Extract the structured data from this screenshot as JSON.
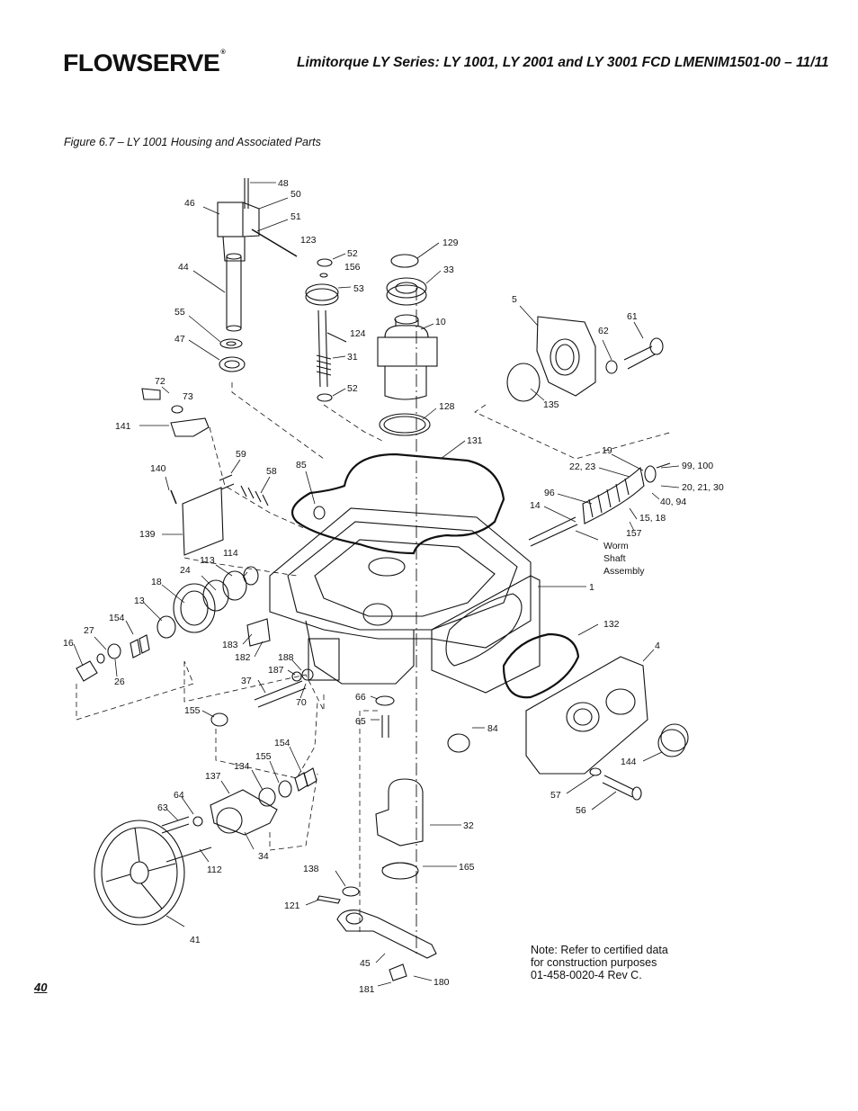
{
  "brand": {
    "logo_text": "FLOWSERVE",
    "registered_mark": "®"
  },
  "header": {
    "title": "Limitorque LY Series: LY 1001, LY 2001 and LY 3001    FCD LMENIM1501-00 – 11/11"
  },
  "figure": {
    "caption": "Figure 6.7 – LY 1001 Housing and Associated Parts",
    "callouts": [
      {
        "id": "c48",
        "text": "48"
      },
      {
        "id": "c50",
        "text": "50"
      },
      {
        "id": "c46",
        "text": "46"
      },
      {
        "id": "c51",
        "text": "51"
      },
      {
        "id": "c123",
        "text": "123"
      },
      {
        "id": "c44",
        "text": "44"
      },
      {
        "id": "c55",
        "text": "55"
      },
      {
        "id": "c47",
        "text": "47"
      },
      {
        "id": "c52a",
        "text": "52"
      },
      {
        "id": "c156",
        "text": "156"
      },
      {
        "id": "c53",
        "text": "53"
      },
      {
        "id": "c124",
        "text": "124"
      },
      {
        "id": "c31",
        "text": "31"
      },
      {
        "id": "c52b",
        "text": "52"
      },
      {
        "id": "c129",
        "text": "129"
      },
      {
        "id": "c33",
        "text": "33"
      },
      {
        "id": "c10",
        "text": "10"
      },
      {
        "id": "c128",
        "text": "128"
      },
      {
        "id": "c131",
        "text": "131"
      },
      {
        "id": "c5",
        "text": "5"
      },
      {
        "id": "c62",
        "text": "62"
      },
      {
        "id": "c61",
        "text": "61"
      },
      {
        "id": "c135",
        "text": "135"
      },
      {
        "id": "c72",
        "text": "72"
      },
      {
        "id": "c73",
        "text": "73"
      },
      {
        "id": "c141",
        "text": "141"
      },
      {
        "id": "c140",
        "text": "140"
      },
      {
        "id": "c59",
        "text": "59"
      },
      {
        "id": "c58",
        "text": "58"
      },
      {
        "id": "c85",
        "text": "85"
      },
      {
        "id": "c139",
        "text": "139"
      },
      {
        "id": "c19",
        "text": "19"
      },
      {
        "id": "c22_23",
        "text": "22, 23"
      },
      {
        "id": "c99_100",
        "text": "99, 100"
      },
      {
        "id": "c96",
        "text": "96"
      },
      {
        "id": "c20_21_30",
        "text": "20, 21, 30"
      },
      {
        "id": "c40_94",
        "text": "40, 94"
      },
      {
        "id": "c14",
        "text": "14"
      },
      {
        "id": "c15_18",
        "text": "15, 18"
      },
      {
        "id": "c157",
        "text": "157"
      },
      {
        "id": "c worm1",
        "text": "Worm"
      },
      {
        "id": "cworm2",
        "text": "Shaft"
      },
      {
        "id": "cworm3",
        "text": "Assembly"
      },
      {
        "id": "c114",
        "text": "114"
      },
      {
        "id": "c113",
        "text": "113"
      },
      {
        "id": "c24",
        "text": "24"
      },
      {
        "id": "c18",
        "text": "18"
      },
      {
        "id": "c13",
        "text": "13"
      },
      {
        "id": "c154a",
        "text": "154"
      },
      {
        "id": "c27",
        "text": "27"
      },
      {
        "id": "c16",
        "text": "16"
      },
      {
        "id": "c26",
        "text": "26"
      },
      {
        "id": "c183",
        "text": "183"
      },
      {
        "id": "c182",
        "text": "182"
      },
      {
        "id": "c188",
        "text": "188"
      },
      {
        "id": "c187",
        "text": "187"
      },
      {
        "id": "c37",
        "text": "37"
      },
      {
        "id": "c70",
        "text": "70"
      },
      {
        "id": "c155a",
        "text": "155"
      },
      {
        "id": "c1",
        "text": "1"
      },
      {
        "id": "c132",
        "text": "132"
      },
      {
        "id": "c4",
        "text": "4"
      },
      {
        "id": "c66",
        "text": "66"
      },
      {
        "id": "c65",
        "text": "65"
      },
      {
        "id": "c84",
        "text": "84"
      },
      {
        "id": "c144",
        "text": "144"
      },
      {
        "id": "c57",
        "text": "57"
      },
      {
        "id": "c56",
        "text": "56"
      },
      {
        "id": "c154b",
        "text": "154"
      },
      {
        "id": "c155b",
        "text": "155"
      },
      {
        "id": "c134",
        "text": "134"
      },
      {
        "id": "c137",
        "text": "137"
      },
      {
        "id": "c64",
        "text": "64"
      },
      {
        "id": "c63",
        "text": "63"
      },
      {
        "id": "c34",
        "text": "34"
      },
      {
        "id": "c112",
        "text": "112"
      },
      {
        "id": "c32",
        "text": "32"
      },
      {
        "id": "c165",
        "text": "165"
      },
      {
        "id": "c138",
        "text": "138"
      },
      {
        "id": "c121",
        "text": "121"
      },
      {
        "id": "c41",
        "text": "41"
      },
      {
        "id": "c45",
        "text": "45"
      },
      {
        "id": "c180",
        "text": "180"
      },
      {
        "id": "c181",
        "text": "181"
      }
    ]
  },
  "note": {
    "line1": "Note:  Refer to certified data",
    "line2": "for construction purposes",
    "line3": "01-458-0020-4 Rev C."
  },
  "page_number": "40"
}
